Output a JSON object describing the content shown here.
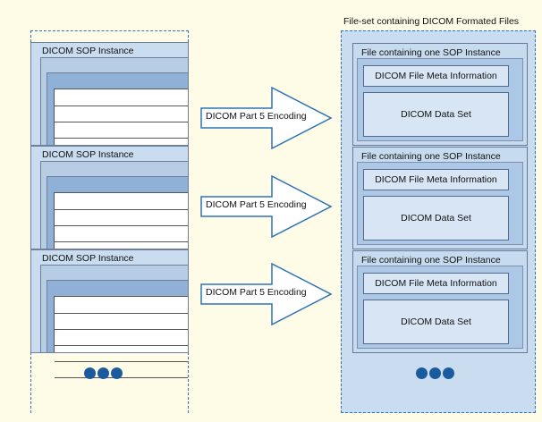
{
  "colors": {
    "background": "#fefbe6",
    "panel": "#c9dcf0",
    "layer_mid": "#8fb0d7",
    "box": "#d7e5f4",
    "dashed_line": "#2f73b3",
    "dots": "#1c5aa0"
  },
  "fileset": {
    "title": "File-set containing DICOM Formated Files"
  },
  "sop_instances": [
    {
      "label": "DICOM SOP Instance"
    },
    {
      "label": "DICOM SOP Instance"
    },
    {
      "label": "DICOM SOP Instance"
    }
  ],
  "arrows": [
    {
      "label": "DICOM Part 5 Encoding"
    },
    {
      "label": "DICOM Part 5 Encoding"
    },
    {
      "label": "DICOM Part 5 Encoding"
    }
  ],
  "files": [
    {
      "title": "File containing one SOP Instance",
      "meta": "DICOM File Meta Information",
      "dataset": "DICOM Data Set"
    },
    {
      "title": "File containing one SOP Instance",
      "meta": "DICOM File Meta Information",
      "dataset": "DICOM Data Set"
    },
    {
      "title": "File containing one SOP Instance",
      "meta": "DICOM File Meta Information",
      "dataset": "DICOM Data Set"
    }
  ],
  "continuation": {
    "left": "more-dots-icon",
    "right": "more-dots-icon"
  }
}
